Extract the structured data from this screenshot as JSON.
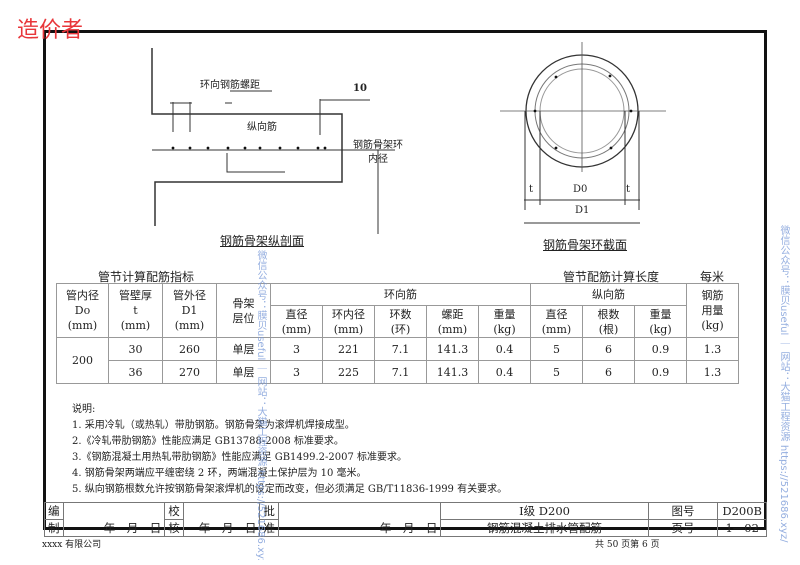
{
  "logo_text": "造价者",
  "drawings": {
    "longitudinal": {
      "title": "钢筋骨架纵剖面",
      "label_pitch": "环向钢筋螺距",
      "label_longitudinal": "纵向筋",
      "label_cover": "10",
      "label_inner_diameter_1": "钢筋骨架环",
      "label_inner_diameter_2": "内径"
    },
    "ring": {
      "title": "钢筋骨架环截面",
      "label_t": "t",
      "label_d0": "D0",
      "label_d1": "D1"
    }
  },
  "table": {
    "title_left": "管节计算配筋指标",
    "title_right": "管节配筋计算长度",
    "title_per_meter": "每米",
    "headers": {
      "inner_diameter": [
        "管内径",
        "Do",
        "(mm)"
      ],
      "wall_thickness": [
        "管壁厚",
        "t",
        "(mm)"
      ],
      "outer_diameter": [
        "管外径",
        "D1",
        "(mm)"
      ],
      "layer": [
        "骨架",
        "层位"
      ],
      "ring_group": "环向筋",
      "ring_cols": [
        [
          "直径",
          "(mm)"
        ],
        [
          "环内径",
          "(mm)"
        ],
        [
          "环数",
          "(环)"
        ],
        [
          "螺距",
          "(mm)"
        ],
        [
          "重量",
          "(kg)"
        ]
      ],
      "long_group": "纵向筋",
      "long_cols": [
        [
          "直径",
          "(mm)"
        ],
        [
          "根数",
          "(根)"
        ],
        [
          "重量",
          "(kg)"
        ]
      ],
      "total": [
        "钢筋",
        "用量",
        "(kg)"
      ]
    },
    "inner_diameter_value": "200",
    "rows": [
      {
        "t": "30",
        "d1": "260",
        "layer": "单层",
        "ring": [
          "3",
          "221",
          "7.1",
          "141.3",
          "0.4"
        ],
        "long": [
          "5",
          "6",
          "0.9"
        ],
        "total": "1.3"
      },
      {
        "t": "36",
        "d1": "270",
        "layer": "单层",
        "ring": [
          "3",
          "225",
          "7.1",
          "141.3",
          "0.4"
        ],
        "long": [
          "5",
          "6",
          "0.9"
        ],
        "total": "1.3"
      }
    ]
  },
  "notes": {
    "heading": "说明:",
    "items": [
      "1.  采用冷轧（或热轧）带肋钢筋。钢筋骨架为滚焊机焊接成型。",
      "2.《冷轧带肋钢筋》性能应满足 GB13788-2008 标准要求。",
      "3.《钢筋混凝土用热轧带肋钢筋》性能应满足 GB1499.2-2007 标准要求。",
      "4.  钢筋骨架两端应平缠密绕 2 环，两端混凝土保护层为 10 毫米。",
      "5.  纵向钢筋根数允许按钢筋骨架滚焊机的设定而改变，但必须满足 GB/T11836-1999 有关要求。"
    ]
  },
  "title_block": {
    "compile": [
      "编",
      "制"
    ],
    "check": [
      "校",
      "核"
    ],
    "approve": [
      "批",
      "准"
    ],
    "date": "年　月　日",
    "drawing_title_1": "Ⅰ级 D200",
    "drawing_title_2": "钢筋混凝土排水管配筋",
    "drawing_no_label": "图号",
    "drawing_no": "D200B",
    "page_label": "页号",
    "page_no": "1—02"
  },
  "footer": {
    "company": "xxxx 有限公司",
    "pagination": "共 50 页第 6 页"
  },
  "watermarks": {
    "center": "微信公众号：膜贝useful ｜ 网站：大猫工程资源 https://521686.xyz/",
    "right": "微信公众号：膜贝useful ｜ 网站：大猫工程资源 https://521686.xyz/"
  }
}
